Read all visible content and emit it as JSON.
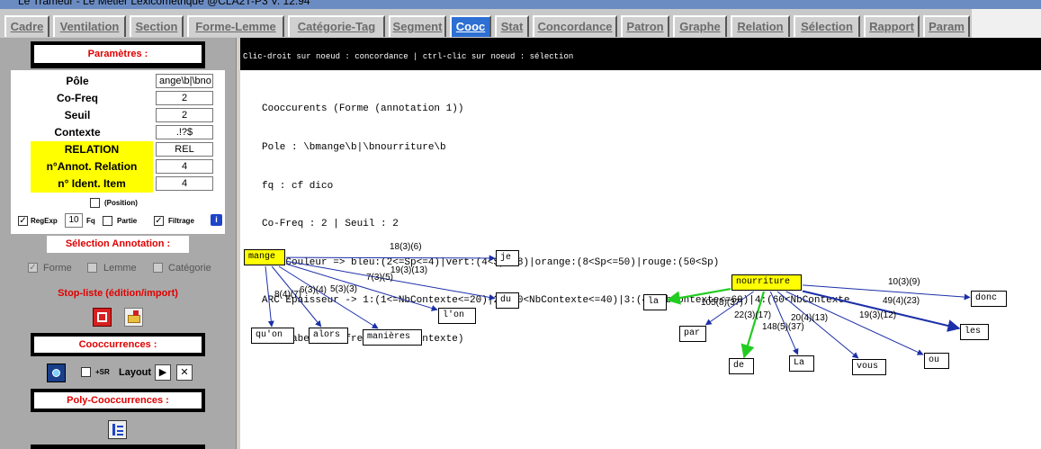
{
  "window": {
    "title": "Le Trameur - Le Métier Lexicométrique @CLA2T-P3 V. 12.94"
  },
  "tabs": [
    {
      "label": "Cadre"
    },
    {
      "label": "Ventilation"
    },
    {
      "label": "Section"
    },
    {
      "label": "Forme-Lemme"
    },
    {
      "label": "Catégorie-Tag"
    },
    {
      "label": "Segment"
    },
    {
      "label": "Cooc"
    },
    {
      "label": "Stat"
    },
    {
      "label": "Concordance"
    },
    {
      "label": "Patron"
    },
    {
      "label": "Graphe"
    },
    {
      "label": "Relation"
    },
    {
      "label": "Sélection"
    },
    {
      "label": "Rapport"
    },
    {
      "label": "Param"
    }
  ],
  "left_panel": {
    "params_title": "Paramètres :",
    "fields": {
      "pole_label": "Pôle",
      "pole_value": "ange\\b|\\bno",
      "cofreq_label": "Co-Freq",
      "cofreq_value": "2",
      "seuil_label": "Seuil",
      "seuil_value": "2",
      "contexte_label": "Contexte",
      "contexte_value": ".!?$",
      "relation_label": "RELATION",
      "relation_value": "REL",
      "annot_relation_label": "n°Annot. Relation",
      "annot_relation_value": "4",
      "ident_item_label": "n° Ident. Item",
      "ident_item_value": "4"
    },
    "position_label": "(Position)",
    "regexp_label": "RegExp",
    "fq_value": "10",
    "fq_label": "Fq",
    "partie_label": "Partie",
    "filtrage_label": "Filtrage",
    "selection_title": "Sélection Annotation :",
    "forme_label": "Forme",
    "lemme_label": "Lemme",
    "categorie_label": "Catégorie",
    "stopliste_label": "Stop-liste (édition/import)",
    "cooc_title": "Cooccurrences :",
    "sr_label": "+SR",
    "layout_label": "Layout",
    "polycooc_title": "Poly-Cooccurrences :"
  },
  "main": {
    "hint": "Clic-droit sur noeud : concordance | ctrl-clic sur noeud : sélection",
    "info_lines": [
      "Cooccurents (Forme (annotation 1))",
      "Pole : \\bmange\\b|\\bnourriture\\b",
      "fq : cf dico",
      "Co-Freq : 2 | Seuil : 2",
      "ARC Couleur => bleu:(2<=Sp<=4)|vert:(4<Sp<=8)|orange:(8<Sp<=50)|rouge:(50<Sp)",
      "ARC Epaisseur -> 1:(1<=NbContexte<=20)|2:(20<NbContexte<=40)|3:(40<NbContexte<=60)|4:(60<NbContexte",
      "ARC label : cofreq(Sp)(nbContexte)"
    ]
  },
  "graph": {
    "colors": {
      "blue": "#1c2fa8",
      "green": "#22cc22"
    },
    "nodes": [
      {
        "id": "mange",
        "label": "mange",
        "pole": true
      },
      {
        "id": "je",
        "label": "je"
      },
      {
        "id": "du",
        "label": "du"
      },
      {
        "id": "lon",
        "label": "l'on"
      },
      {
        "id": "quon",
        "label": "qu'on"
      },
      {
        "id": "alors",
        "label": "alors"
      },
      {
        "id": "manieres",
        "label": "manières"
      },
      {
        "id": "nourriture",
        "label": "nourriture",
        "pole": true
      },
      {
        "id": "la",
        "label": "la"
      },
      {
        "id": "par",
        "label": "par"
      },
      {
        "id": "de",
        "label": "de"
      },
      {
        "id": "La",
        "label": "La"
      },
      {
        "id": "vous",
        "label": "vous"
      },
      {
        "id": "ou",
        "label": "ou"
      },
      {
        "id": "les",
        "label": "les"
      },
      {
        "id": "donc",
        "label": "donc"
      }
    ],
    "edges": [
      {
        "from": "mange",
        "to": "je",
        "label": "18(3)(6)",
        "color": "blue"
      },
      {
        "from": "mange",
        "to": "du",
        "label": "19(3)(13)",
        "color": "blue"
      },
      {
        "from": "mange",
        "to": "lon",
        "label": "7(3)(5)",
        "color": "blue"
      },
      {
        "from": "mange",
        "to": "quon",
        "label": "8(4)(7)",
        "color": "blue"
      },
      {
        "from": "mange",
        "to": "alors",
        "label": "6(3)(4)",
        "color": "blue"
      },
      {
        "from": "mange",
        "to": "manieres",
        "label": "5(3)(3)",
        "color": "blue"
      },
      {
        "from": "nourriture",
        "to": "donc",
        "label": "10(3)(9)",
        "color": "blue"
      },
      {
        "from": "nourriture",
        "to": "les",
        "label": "49(4)(23)",
        "color": "blue"
      },
      {
        "from": "nourriture",
        "to": "la",
        "label": "",
        "color": "green"
      },
      {
        "from": "nourriture",
        "to": "par",
        "label": "105(8)(37)",
        "color": "blue"
      },
      {
        "from": "nourriture",
        "to": "de",
        "label": "22(3)(17)",
        "color": "green"
      },
      {
        "from": "nourriture",
        "to": "La",
        "label": "148(5)(37)",
        "color": "blue"
      },
      {
        "from": "nourriture",
        "to": "vous",
        "label": "20(4)(13)",
        "color": "blue"
      },
      {
        "from": "nourriture",
        "to": "ou",
        "label": "19(3)(12)",
        "color": "blue"
      }
    ]
  }
}
